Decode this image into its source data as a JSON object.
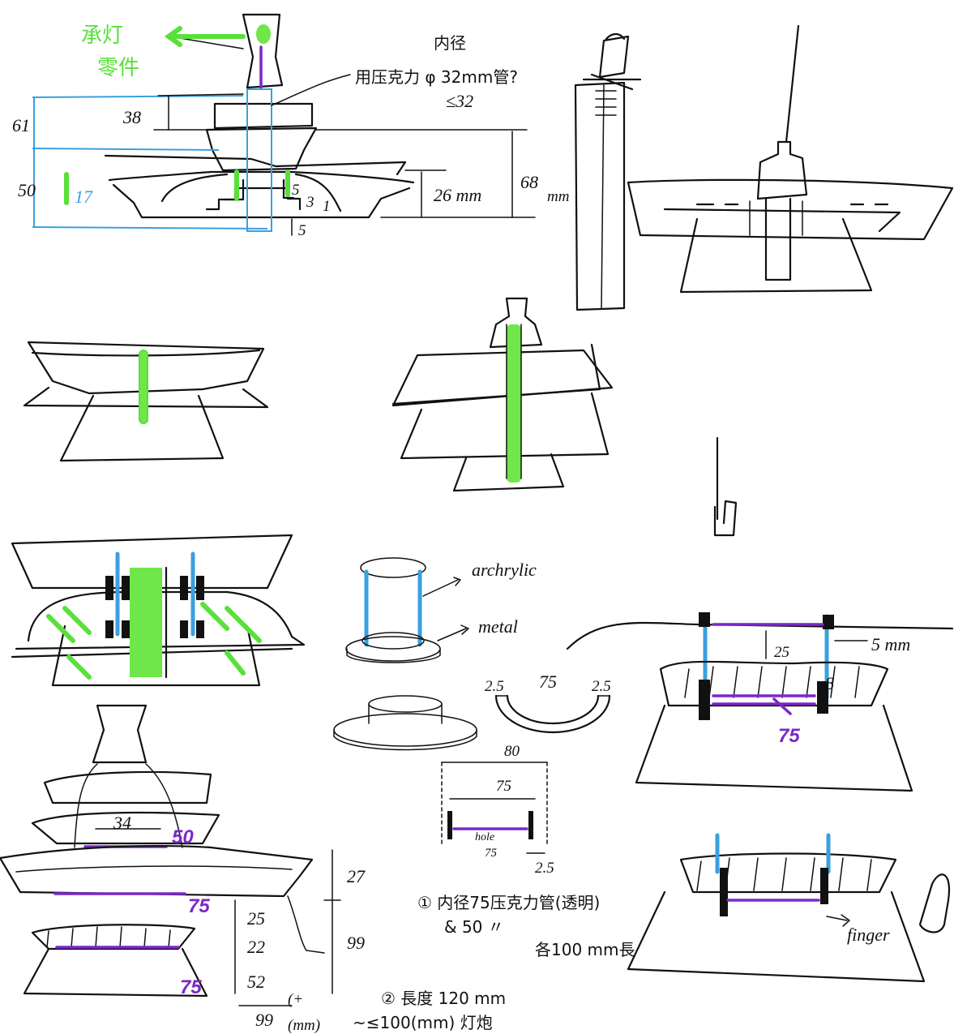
{
  "sketch1": {
    "green_label_1": "承灯",
    "green_label_2": "零件",
    "note_1": "内径",
    "note_2": "用压克力 φ 32mm管?",
    "note_3": "≤32",
    "dim_61": "61",
    "dim_38": "38",
    "dim_50": "50",
    "dim_17": "17",
    "dim_5a": "5",
    "dim_3": "3",
    "dim_1": "1",
    "dim_5b": "5",
    "dim_26": "26 mm",
    "dim_68": "68",
    "dim_68_unit": "mm"
  },
  "sketch_tube": {
    "label_archrylic": "archrylic",
    "label_metal": "metal",
    "dim_left": "2.5",
    "dim_mid": "75",
    "dim_right": "2.5",
    "dim_80": "80",
    "dim_75": "75",
    "dim_hole": "hole",
    "dim_hole_75": "75",
    "dim_25": "2.5"
  },
  "sketch_right_bottom": {
    "dim_25": "25",
    "dim_5mm": "5 mm",
    "dim_8": "8",
    "purple_75": "75",
    "label_finger": "finger"
  },
  "sketch_left_bottom": {
    "dim_34": "34",
    "purple_50": "50",
    "purple_75a": "75",
    "purple_75b": "75",
    "dim_27": "27",
    "dim_99_right": "99",
    "dim_25": "25",
    "dim_22": "22",
    "dim_52": "52",
    "dim_99_bottom": "99",
    "unit_mm": "(mm)",
    "plus": "(+"
  },
  "notes": {
    "note_1": "① 内径75压克力管(透明)",
    "note_1b": "& 50 〃",
    "note_1c": "各100 mm長",
    "note_2": "② 長度 120 mm",
    "note_2b": "~≤100(mm) 灯炮"
  },
  "colors": {
    "ink": "#111111",
    "blue": "#3aa0e0",
    "green": "#59e03a",
    "purple": "#7a28c8"
  }
}
